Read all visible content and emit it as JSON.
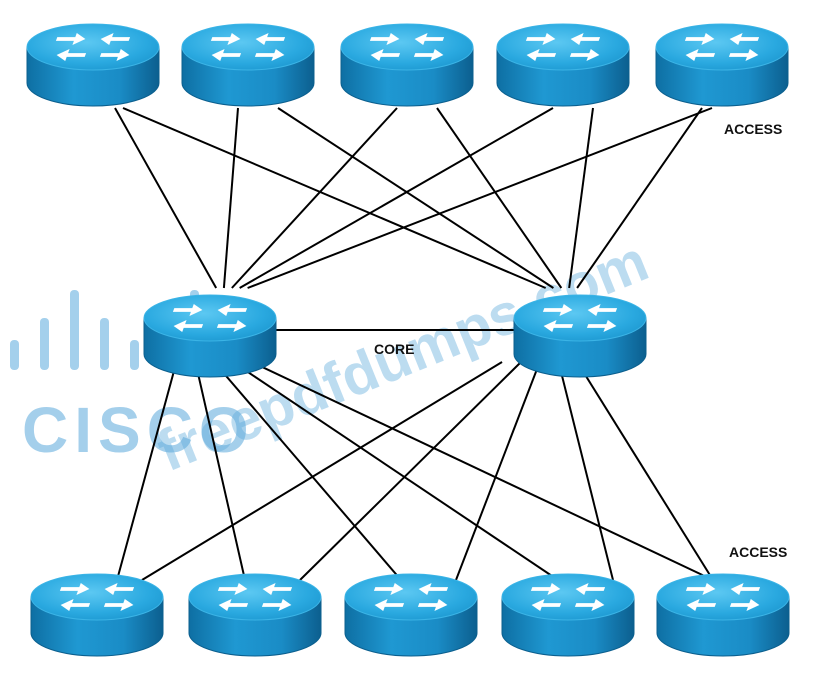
{
  "labels": {
    "access_top": "ACCESS",
    "core": "CORE",
    "access_bottom": "ACCESS"
  },
  "watermark": {
    "text": "freepdfdumps.com",
    "logo_text": "CISCO",
    "color": "#5aa9dc"
  },
  "colors": {
    "router_top": "#2aa9e0",
    "router_side": "#1386bf",
    "router_edge": "#0b5f8e",
    "arrow": "#ffffff",
    "link": "#000000"
  },
  "nodes": {
    "access_top": [
      "router",
      "router",
      "router",
      "router",
      "router"
    ],
    "core": [
      "router",
      "router"
    ],
    "access_bottom": [
      "router",
      "router",
      "router",
      "router",
      "router"
    ]
  }
}
